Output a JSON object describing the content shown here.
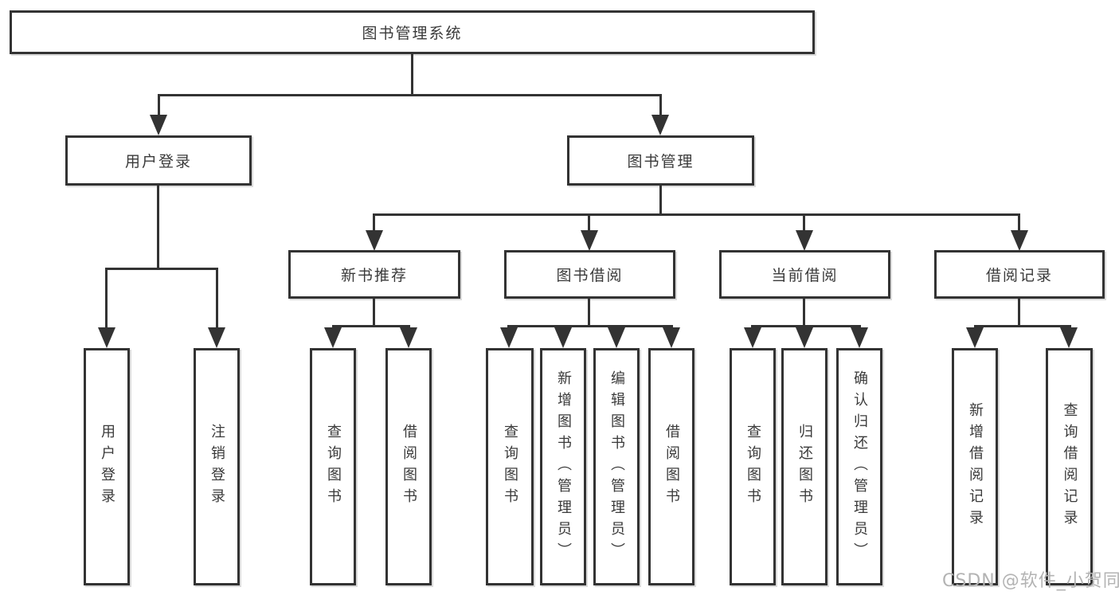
{
  "tree": {
    "root": "图书管理系统",
    "level2": [
      "用户登录",
      "图书管理"
    ],
    "level3": [
      "新书推荐",
      "图书借阅",
      "当前借阅",
      "借阅记录"
    ],
    "leaves": [
      "用户登录",
      "注销登录",
      "查询图书",
      "借阅图书",
      "查询图书",
      "新增图书（管理员）",
      "编辑图书（管理员）",
      "借阅图书",
      "查询图书",
      "归还图书",
      "确认归还（管理员）",
      "新增借阅记录",
      "查询借阅记录"
    ]
  },
  "watermark": "CSDN @软件_小贺同学",
  "colors": {
    "line": "#333333",
    "box_border": "#333333",
    "text": "#3a3a3a",
    "watermark": "#b3b3b3",
    "background": "#ffffff"
  }
}
